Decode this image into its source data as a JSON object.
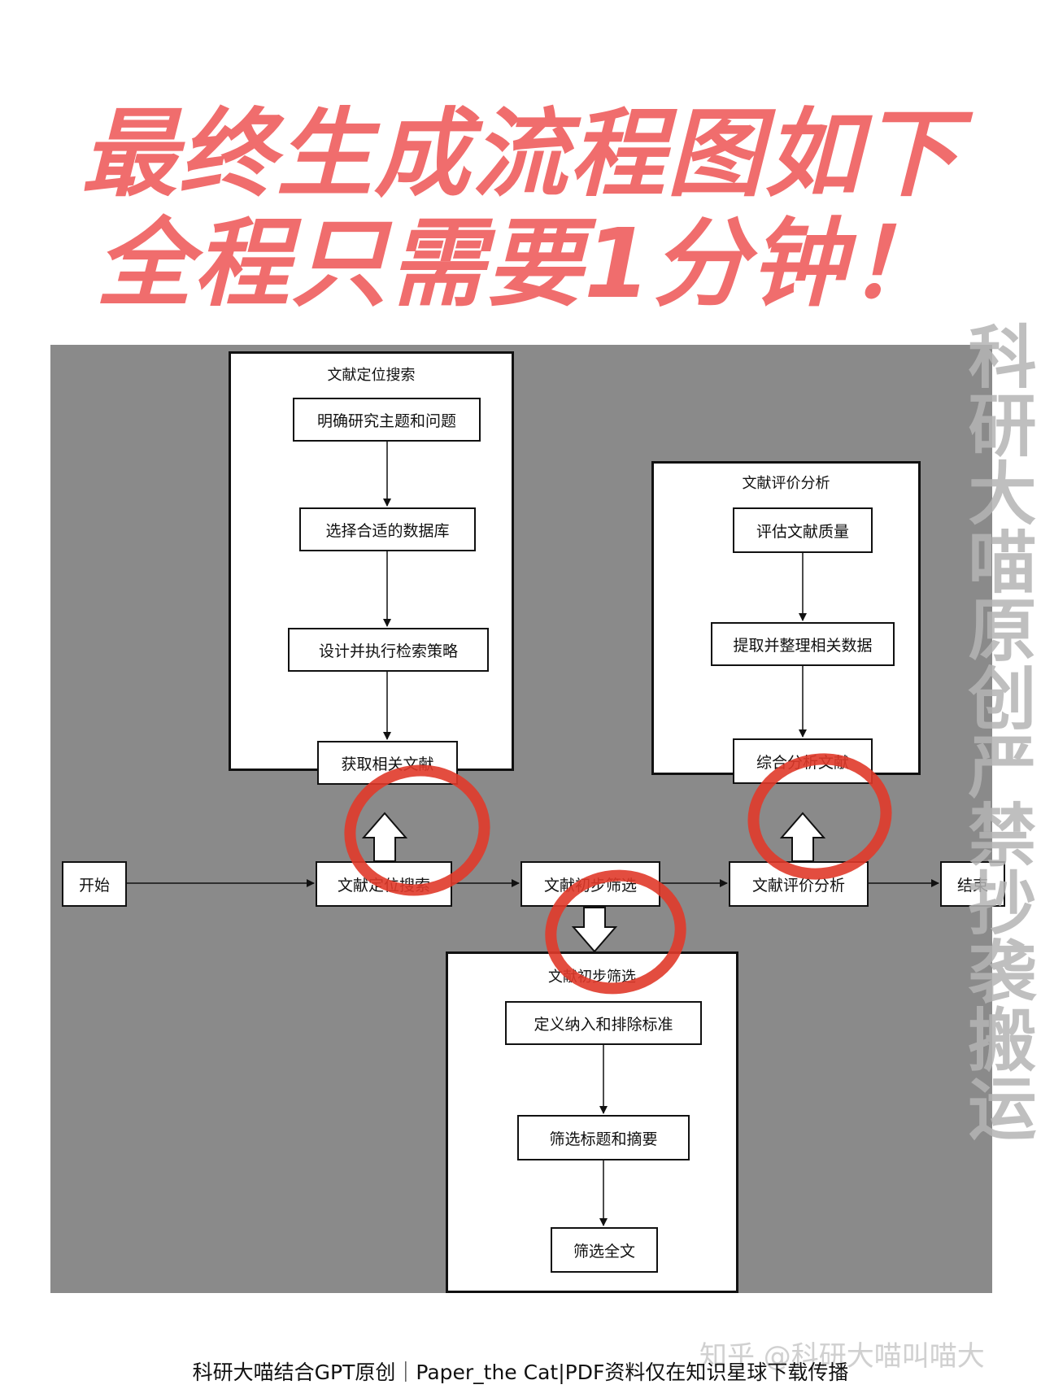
{
  "headline": {
    "line1": "最终生成流程图如下",
    "line2": "全程只需要1分钟！"
  },
  "diagram": {
    "main_flow": {
      "start": "开始",
      "step1": "文献定位搜索",
      "step2": "文献初步筛选",
      "step3": "文献评价分析",
      "end": "结束"
    },
    "group_search": {
      "title": "文献定位搜索",
      "steps": [
        "明确研究主题和问题",
        "选择合适的数据库",
        "设计并执行检索策略",
        "获取相关文献"
      ]
    },
    "group_screen": {
      "title": "文献初步筛选",
      "steps": [
        "定义纳入和排除标准",
        "筛选标题和摘要",
        "筛选全文"
      ]
    },
    "group_eval": {
      "title": "文献评价分析",
      "steps": [
        "评估文献质量",
        "提取并整理相关数据",
        "综合分析文献"
      ]
    },
    "highlight_color": "#e03a2a"
  },
  "watermark": "科研大喵原创严禁抄袭搬运",
  "footer": {
    "caption": "科研大喵结合GPT原创｜Paper_the Cat|PDF资料仅在知识星球下载传播",
    "zhihu": "知乎 @科研大喵叫喵大"
  }
}
